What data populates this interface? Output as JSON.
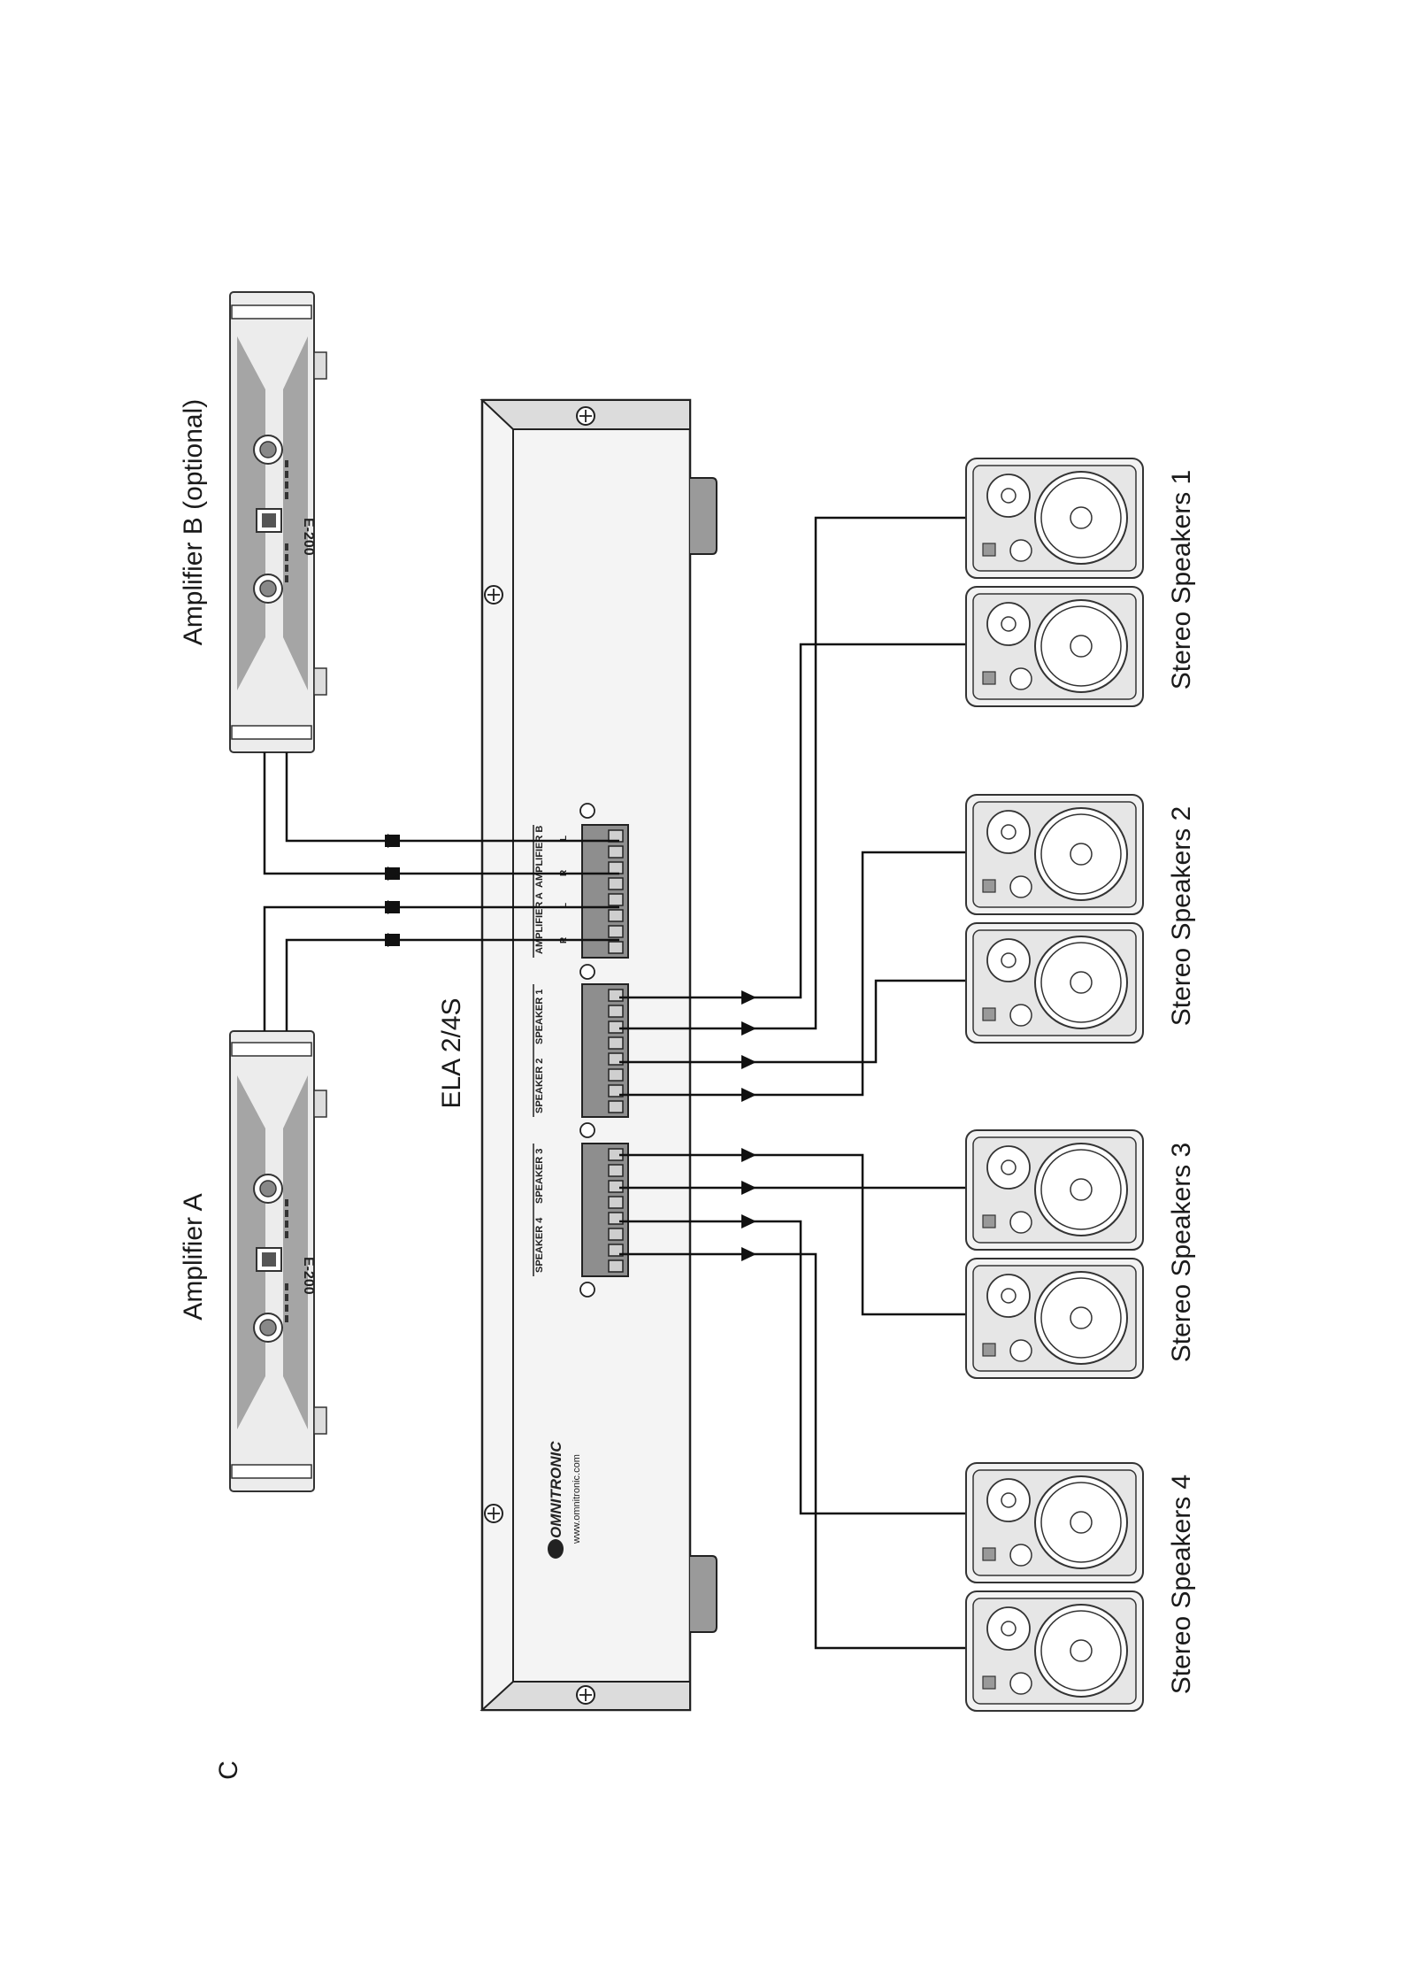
{
  "labels": {
    "amp_a": "Amplifier A",
    "amp_b": "Amplifier B (optional)",
    "device": "ELA 2/4S",
    "spk1": "Stereo Speakers 1",
    "spk2": "Stereo Speakers 2",
    "spk3": "Stereo Speakers 3",
    "spk4": "Stereo Speakers 4",
    "figure_letter": "C"
  },
  "amplifier": {
    "model": "E-200"
  },
  "terminals": {
    "amp_b": "AMPLIFIER B",
    "amp_a": "AMPLIFIER A",
    "s1": "SPEAKER 1",
    "s2": "SPEAKER 2",
    "s3": "SPEAKER 3",
    "s4": "SPEAKER 4",
    "r": "R",
    "l": "L",
    "plus": "+",
    "minus": "−"
  },
  "brand": {
    "name": "OMNITRONIC",
    "url": "www.omnitronic.com"
  },
  "colors": {
    "line": "#111111",
    "panel": "#ececec",
    "shade": "#9a9a9a"
  }
}
